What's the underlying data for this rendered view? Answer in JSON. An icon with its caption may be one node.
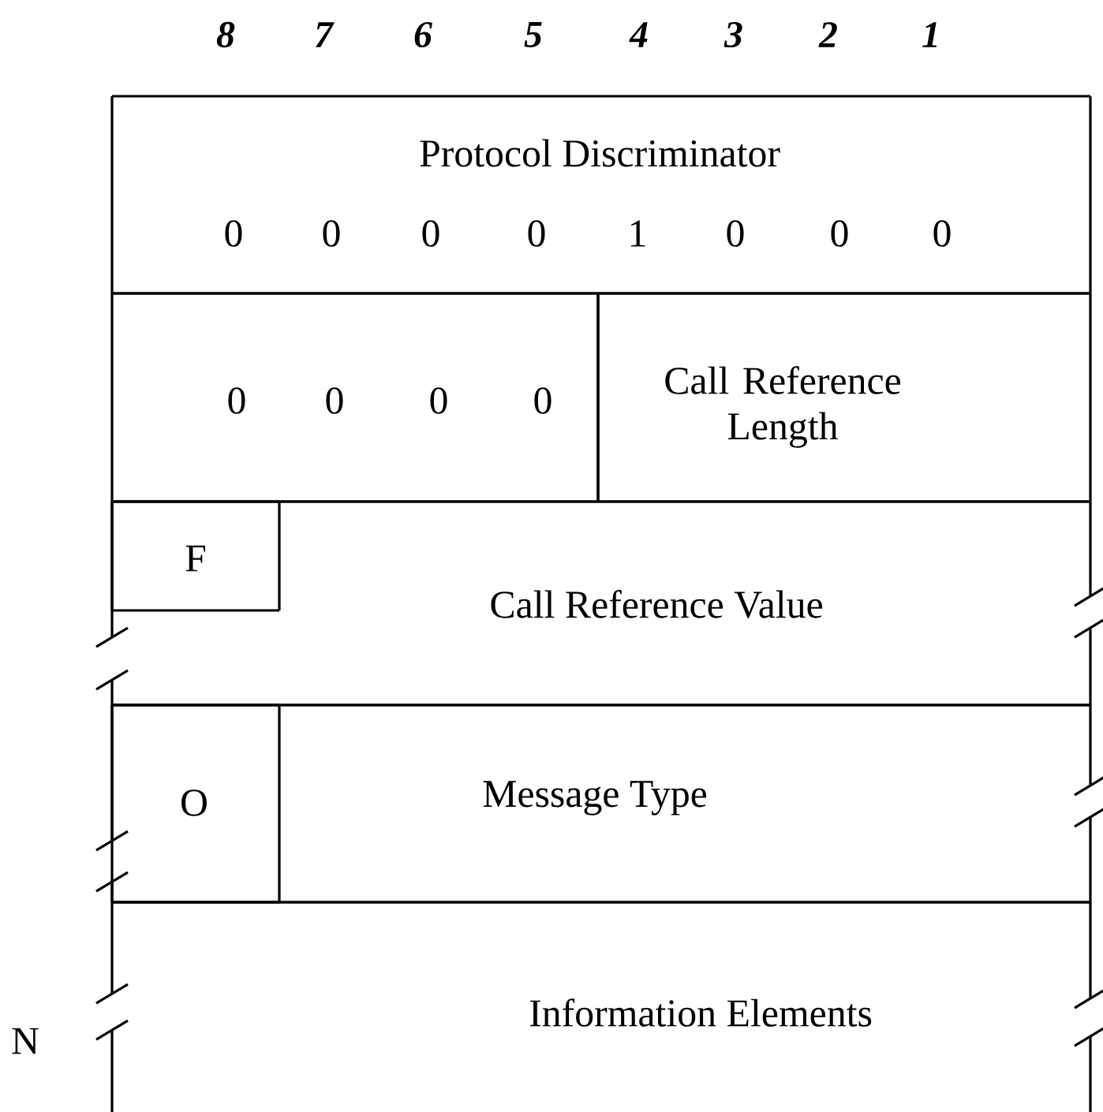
{
  "diagram": {
    "nodes": [
      {
        "text": [
          "Protocol Discriminator",
          "0",
          "0",
          "0",
          "0",
          "1",
          "0",
          "0",
          "0"
        ]
      },
      {
        "text": [
          "0",
          "0",
          "0",
          "0"
        ]
      },
      {
        "text": [
          "Call Reference Length"
        ]
      },
      {
        "text": [
          "Call Reference Value"
        ]
      },
      {
        "text": [
          "F"
        ],
        "in": 3
      },
      {
        "text": [
          "Message Type"
        ]
      },
      {
        "text": [
          "O"
        ],
        "in": 5
      },
      {
        "text": [
          "Information Elements"
        ]
      }
    ],
    "labels": [
      "8",
      "7",
      "6",
      "5",
      "4",
      "3",
      "2",
      "1",
      "N"
    ]
  }
}
